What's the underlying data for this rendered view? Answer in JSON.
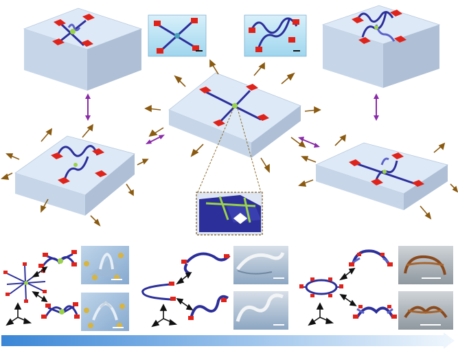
{
  "figure": {
    "colors": {
      "substrate_top": "#dde9f6",
      "substrate_left": "#c6d6e8",
      "substrate_right": "#aebfd6",
      "pad": "#e0231a",
      "ribbon": "#2c2f9a",
      "ribbon_light": "#5a62c8",
      "bond_site": "#9ad24a",
      "stretch_arrow": "#8a5a10",
      "relax_arrow": "#8a2aa8",
      "cycle_arrow": "#111111",
      "gold_pad": "#d8b440",
      "scale_bar": "#ffffff",
      "gradient_start": "#3a86d6",
      "gradient_end": "#f0f7fd"
    },
    "panels": {
      "stretched_center": "stretched-substrate",
      "relaxed_left": "relaxed-substrate-left",
      "relaxed_right": "relaxed-substrate-right",
      "relaxed_top_left": "relaxed-substrate-top-left",
      "relaxed_top_right": "relaxed-substrate-top-right",
      "zoom_inset": "bond-site-zoom"
    },
    "micrographs": [
      "micrograph-star-flat",
      "micrograph-star-buckled",
      "micrograph-star-3d-a",
      "micrograph-star-3d-b",
      "micrograph-arch-a",
      "micrograph-arch-b",
      "micrograph-ring-a",
      "micrograph-ring-b"
    ],
    "icons": {
      "axes": "xyz-axes-icon",
      "bidirectional": "double-arrow-icon",
      "progress": "gradient-arrow-icon"
    }
  }
}
